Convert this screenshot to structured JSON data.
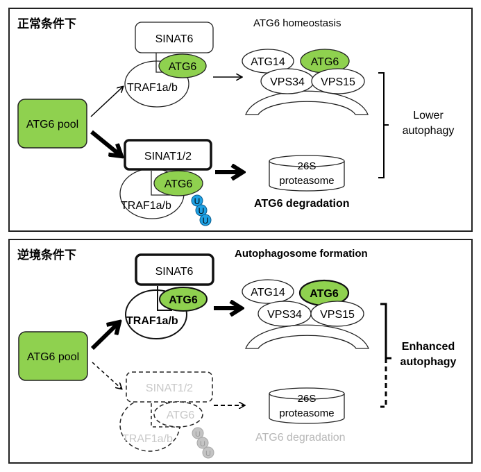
{
  "colors": {
    "green": "#8fd14f",
    "ubiquitin": "#1ea1e4",
    "ghost_text": "#c8c8c8",
    "ghost_ub": "#bdbdbd",
    "black": "#000000"
  },
  "panels": [
    {
      "title": "正常条件下",
      "pool_label": "ATG6 pool",
      "upper": {
        "e3_label": "SINAT6",
        "atg6_label": "ATG6",
        "traf_label": "TRAF1a/b"
      },
      "lower": {
        "e3_label": "SINAT1/2",
        "atg6_label": "ATG6",
        "traf_label": "TRAF1a/b",
        "ub_label": "U"
      },
      "complex_title": "ATG6 homeostasis",
      "complex": {
        "atg14": "ATG14",
        "atg6": "ATG6",
        "vps34": "VPS34",
        "vps15": "VPS15"
      },
      "proteasome": {
        "line1": "26S",
        "line2": "proteasome"
      },
      "degradation_label": "ATG6 degradation",
      "outcome_line1": "Lower",
      "outcome_line2": "autophagy"
    },
    {
      "title": "逆境条件下",
      "pool_label": "ATG6 pool",
      "upper": {
        "e3_label": "SINAT6",
        "atg6_label": "ATG6",
        "traf_label": "TRAF1a/b"
      },
      "lower": {
        "e3_label": "SINAT1/2",
        "atg6_label": "ATG6",
        "traf_label": "TRAF1a/b",
        "ub_label": "U"
      },
      "complex_title": "Autophagosome formation",
      "complex": {
        "atg14": "ATG14",
        "atg6": "ATG6",
        "vps34": "VPS34",
        "vps15": "VPS15"
      },
      "proteasome": {
        "line1": "26S",
        "line2": "proteasome"
      },
      "degradation_label": "ATG6 degradation",
      "outcome_line1": "Enhanced",
      "outcome_line2": "autophagy"
    }
  ]
}
